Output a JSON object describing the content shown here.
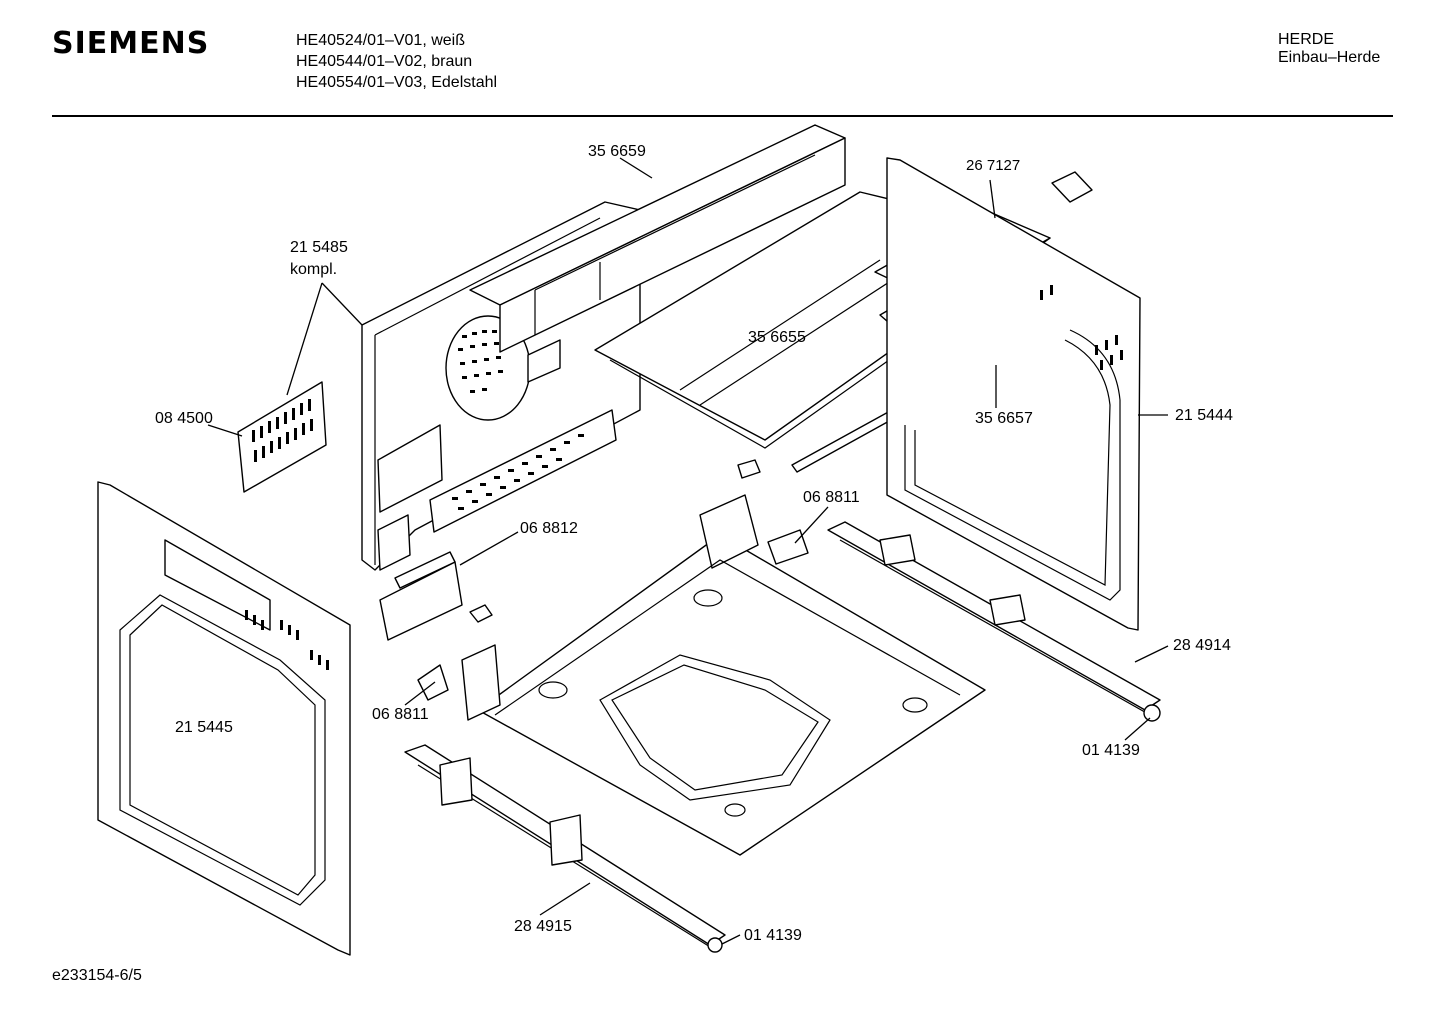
{
  "header": {
    "brand": "SIEMENS",
    "models": [
      "HE40524/01–V01, weiß",
      "HE40544/01–V02, braun",
      "HE40554/01–V03, Edelstahl"
    ],
    "category": "HERDE",
    "subcategory": "Einbau–Herde"
  },
  "parts": {
    "p356659": "35 6659",
    "p267127": "26 7127",
    "p215485": "21 5485",
    "p215485_note": "kompl.",
    "p356655": "35 6655",
    "p084500": "08 4500",
    "p356657": "35 6657",
    "p215444": "21 5444",
    "p068811_a": "06 8811",
    "p068812": "06 8812",
    "p215445": "21 5445",
    "p068811_b": "06 8811",
    "p284914": "28 4914",
    "p014139_a": "01 4139",
    "p284915": "28 4915",
    "p014139_b": "01 4139"
  },
  "footer": {
    "drawing_id": "e233154-6/5"
  }
}
